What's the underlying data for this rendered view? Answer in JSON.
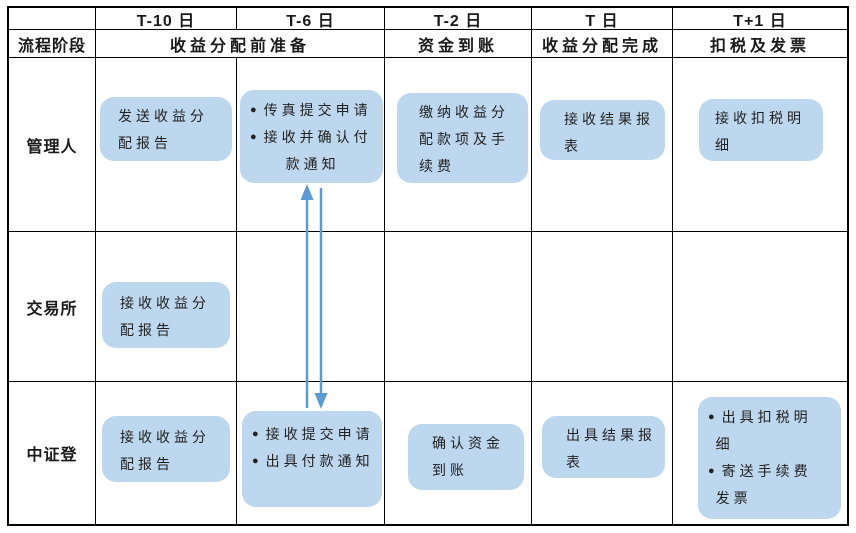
{
  "diagram": {
    "day_headers": [
      "T-10 日",
      "T-6 日",
      "T-2 日",
      "T 日",
      "T+1 日"
    ],
    "stage_row_label": "流程阶段",
    "stage_headers": [
      "收益分配前准备",
      "资金到账",
      "收益分配完成",
      "扣税及发票"
    ],
    "row_labels": [
      "管理人",
      "交易所",
      "中证登"
    ]
  },
  "glyphs": {
    "bullet": "●"
  },
  "colors": {
    "box_fill": "#BDD7EE",
    "arrow": "#5B9BD5",
    "border": "#000000",
    "text": "#1A1A1A"
  },
  "boxes": {
    "mgr_t10": {
      "lines": [
        "发送收益分",
        "配报告"
      ]
    },
    "mgr_t6": {
      "bullets": [
        {
          "lines": [
            "传真提交申请"
          ]
        },
        {
          "lines": [
            "接收并确认付",
            "款通知"
          ]
        }
      ]
    },
    "mgr_t2": {
      "lines": [
        "缴纳收益分",
        "配款项及手",
        "续费"
      ]
    },
    "mgr_t": {
      "lines": [
        "接收结果报",
        "表"
      ]
    },
    "mgr_t1": {
      "lines": [
        "接收扣税明",
        "细"
      ]
    },
    "exch_t10": {
      "lines": [
        "接收收益分",
        "配报告"
      ]
    },
    "csdc_t10": {
      "lines": [
        "接收收益分",
        "配报告"
      ]
    },
    "csdc_t6": {
      "bullets": [
        {
          "lines": [
            "接收提交申请"
          ]
        },
        {
          "lines": [
            "出具付款通知"
          ]
        }
      ]
    },
    "csdc_t2": {
      "lines": [
        "确认资金",
        "到账"
      ]
    },
    "csdc_t": {
      "lines": [
        "出具结果报",
        "表"
      ]
    },
    "csdc_t1": {
      "bullets": [
        {
          "lines": [
            "出具扣税明",
            "细"
          ]
        },
        {
          "lines": [
            "寄送手续费",
            "发票"
          ]
        }
      ]
    }
  }
}
